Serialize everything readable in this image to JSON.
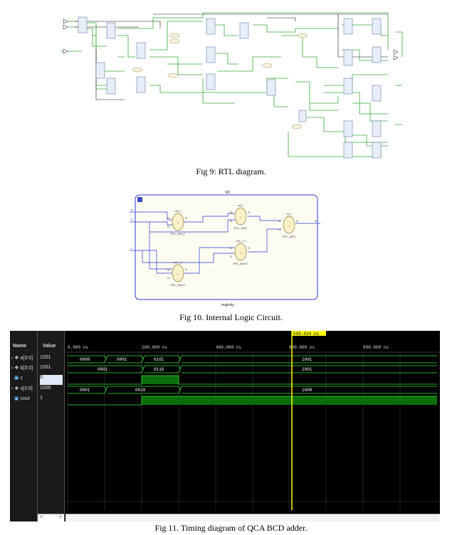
{
  "fig9": {
    "caption": "Fig 9:  RTL diagram."
  },
  "fig10": {
    "caption": "Fig 10. Internal Logic Circuit.",
    "module_title": "M1",
    "bottom_label": "majority",
    "inputs": [
      "a",
      "b",
      "c"
    ],
    "output": "m",
    "cells": [
      {
        "inst": "m1_i",
        "type": "RTL_MULT",
        "pins": [
          "I0",
          "I1",
          "O"
        ]
      },
      {
        "inst": "m0_i",
        "type": "RTL_ADD",
        "pins": [
          "I0",
          "I1",
          "O"
        ]
      },
      {
        "inst": "m_i",
        "type": "RTL_ADD",
        "pins": [
          "I0",
          "I1",
          "O"
        ]
      },
      {
        "inst": "m0_i_0",
        "type": "RTL_MULT",
        "pins": [
          "I0",
          "I1",
          "O"
        ]
      },
      {
        "inst": "m1_i_0",
        "type": "RTL_MULT",
        "pins": [
          "I0",
          "I1",
          "O"
        ]
      }
    ],
    "operator_glyph": "+"
  },
  "fig11": {
    "caption": "Fig 11. Timing diagram of QCA BCD adder.",
    "cursor_label": "599.034 ns",
    "header": {
      "name": "Name",
      "value": "Value"
    },
    "time_ticks": [
      "0.000 ns",
      "200.000 ns",
      "400.000 ns",
      "600.000 ns",
      "800.000 ns"
    ],
    "signals": [
      {
        "name": "a[3:0]",
        "value": "1001",
        "segments": [
          "0000",
          "0001",
          "0101",
          "1001"
        ]
      },
      {
        "name": "b[3:0]",
        "value": "1001",
        "segments": [
          "0001",
          "0110",
          "1001"
        ]
      },
      {
        "name": "c",
        "value": "0",
        "segments": []
      },
      {
        "name": "s[3:0]",
        "value": "1000",
        "segments": [
          "0001",
          "0010",
          "1000"
        ]
      },
      {
        "name": "cout",
        "value": "1",
        "segments": []
      }
    ],
    "scroll_left": "<",
    "scroll_right": ">"
  }
}
